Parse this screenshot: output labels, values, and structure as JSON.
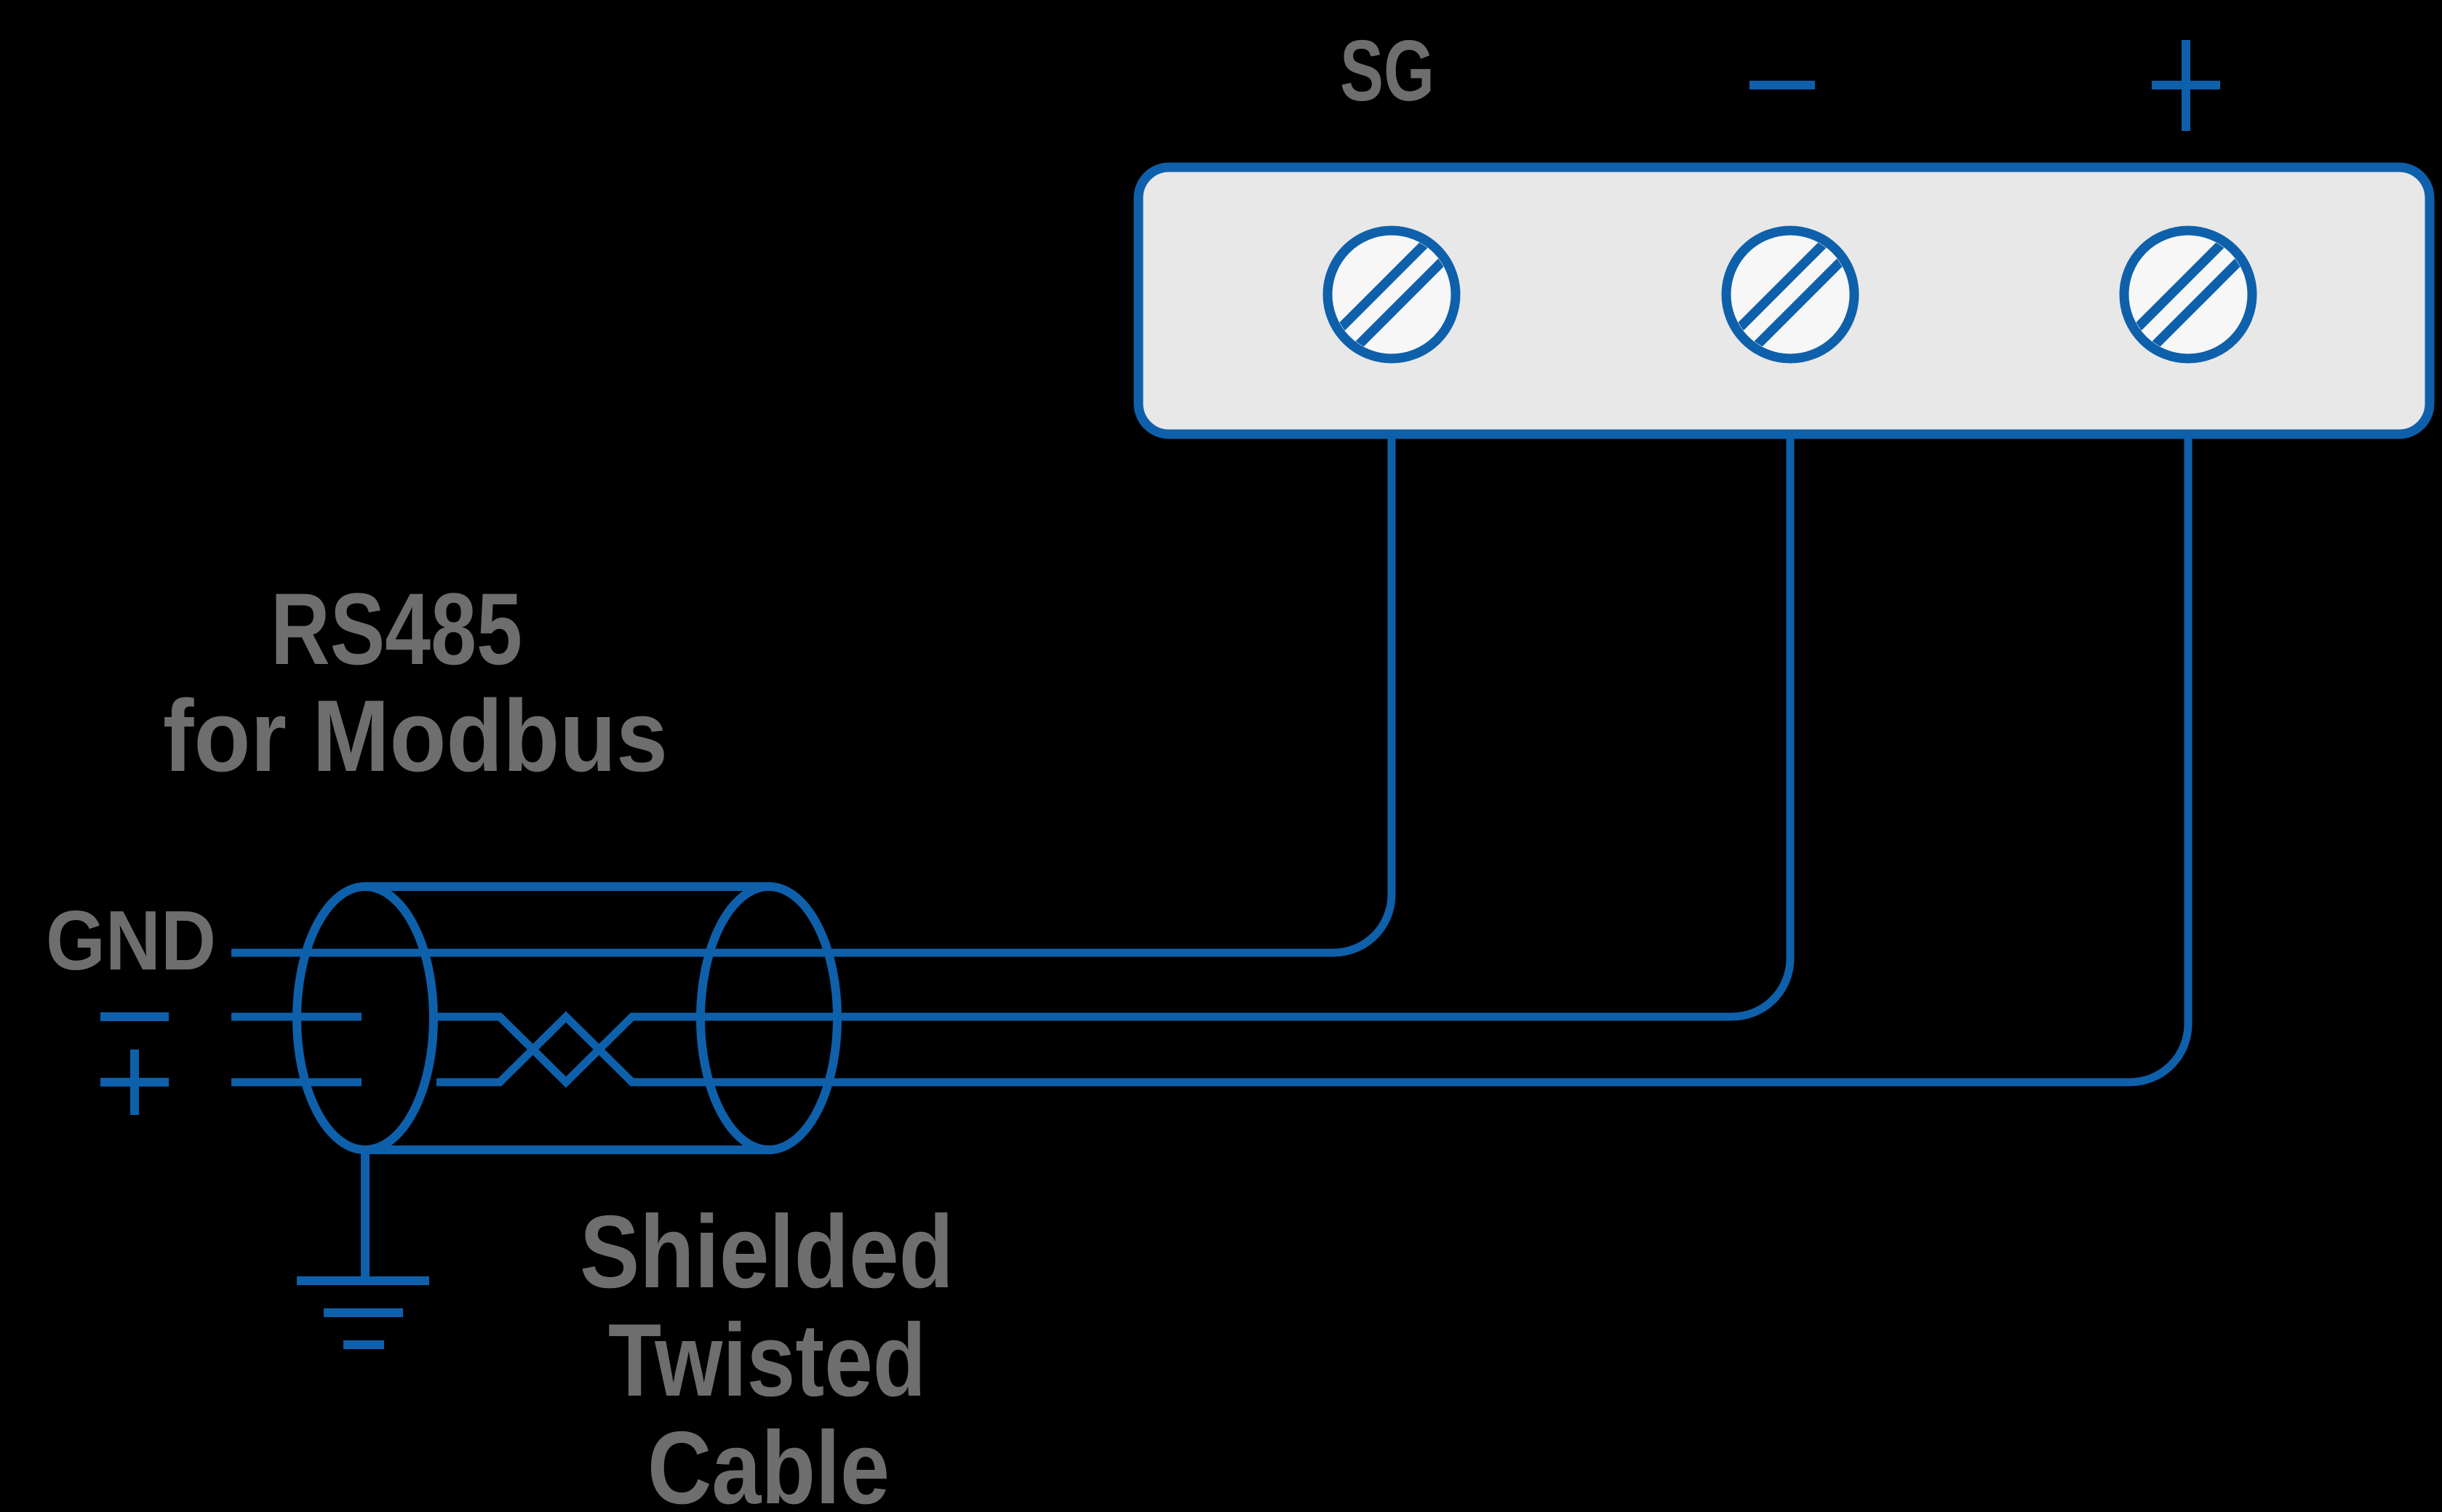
{
  "scene": {
    "description": "Wiring diagram of a shielded twisted cable connecting an RS485 Modbus source to a three-screw terminal block",
    "background": "#000000"
  },
  "palette": {
    "blue": "#0e60ab",
    "gray": "#6e6e6e",
    "block_fill": "#e8e8e8",
    "screw_fill": "#f7f7f7"
  },
  "terminal_block": {
    "terminals": [
      {
        "id": "sg",
        "label": "SG"
      },
      {
        "id": "minus",
        "label": "−"
      },
      {
        "id": "plus",
        "label": "+"
      }
    ]
  },
  "source_device": {
    "line1": "RS485",
    "line2": "for Modbus"
  },
  "wire_labels": {
    "gnd": "GND",
    "minus": "−",
    "plus": "+"
  },
  "cable_caption": {
    "line1": "Shielded",
    "line2": "Twisted",
    "line3": "Cable"
  }
}
